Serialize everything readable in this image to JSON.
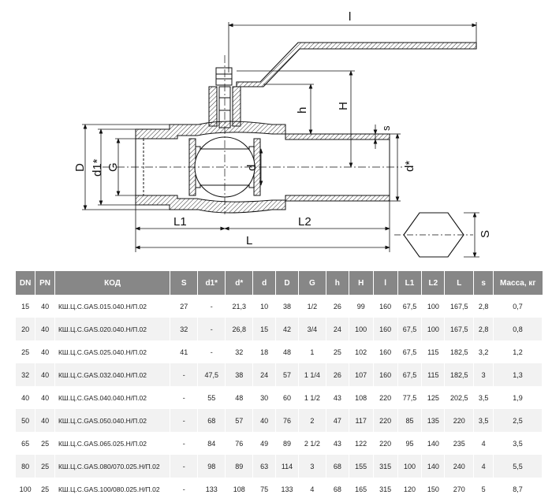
{
  "drawing": {
    "dim_labels": {
      "l": "l",
      "H": "H",
      "h": "h",
      "s": "s",
      "D": "D",
      "d1": "d1*",
      "G": "G",
      "d": "d",
      "d_star": "d*",
      "L1": "L1",
      "L2": "L2",
      "L": "L",
      "S": "S"
    }
  },
  "table": {
    "headers": [
      "DN",
      "PN",
      "КОД",
      "S",
      "d1*",
      "d*",
      "d",
      "D",
      "G",
      "h",
      "H",
      "l",
      "L1",
      "L2",
      "L",
      "s",
      "Масса, кг"
    ],
    "rows": [
      [
        "15",
        "40",
        "КШ.Ц.С.GAS.015.040.Н/П.02",
        "27",
        "-",
        "21,3",
        "10",
        "38",
        "1/2",
        "26",
        "99",
        "160",
        "67,5",
        "100",
        "167,5",
        "2,8",
        "0,7"
      ],
      [
        "20",
        "40",
        "КШ.Ц.С.GAS.020.040.Н/П.02",
        "32",
        "-",
        "26,8",
        "15",
        "42",
        "3/4",
        "24",
        "100",
        "160",
        "67,5",
        "100",
        "167,5",
        "2,8",
        "0,8"
      ],
      [
        "25",
        "40",
        "КШ.Ц.С.GAS.025.040.Н/П.02",
        "41",
        "-",
        "32",
        "18",
        "48",
        "1",
        "25",
        "102",
        "160",
        "67,5",
        "115",
        "182,5",
        "3,2",
        "1,2"
      ],
      [
        "32",
        "40",
        "КШ.Ц.С.GAS.032.040.Н/П.02",
        "-",
        "47,5",
        "38",
        "24",
        "57",
        "1 1/4",
        "26",
        "107",
        "160",
        "67,5",
        "115",
        "182,5",
        "3",
        "1,3"
      ],
      [
        "40",
        "40",
        "КШ.Ц.С.GAS.040.040.Н/П.02",
        "-",
        "55",
        "48",
        "30",
        "60",
        "1 1/2",
        "43",
        "108",
        "220",
        "77,5",
        "125",
        "202,5",
        "3,5",
        "1,9"
      ],
      [
        "50",
        "40",
        "КШ.Ц.С.GAS.050.040.Н/П.02",
        "-",
        "68",
        "57",
        "40",
        "76",
        "2",
        "47",
        "117",
        "220",
        "85",
        "135",
        "220",
        "3,5",
        "2,5"
      ],
      [
        "65",
        "25",
        "КШ.Ц.С.GAS.065.025.Н/П.02",
        "-",
        "84",
        "76",
        "49",
        "89",
        "2 1/2",
        "43",
        "122",
        "220",
        "95",
        "140",
        "235",
        "4",
        "3,5"
      ],
      [
        "80",
        "25",
        "КШ.Ц.С.GAS.080/070.025.Н/П.02",
        "-",
        "98",
        "89",
        "63",
        "114",
        "3",
        "68",
        "155",
        "315",
        "100",
        "140",
        "240",
        "4",
        "5,5"
      ],
      [
        "100",
        "25",
        "КШ.Ц.С.GAS.100/080.025.Н/П.02",
        "-",
        "133",
        "108",
        "75",
        "133",
        "4",
        "68",
        "165",
        "315",
        "120",
        "150",
        "270",
        "5",
        "8,7"
      ]
    ]
  }
}
